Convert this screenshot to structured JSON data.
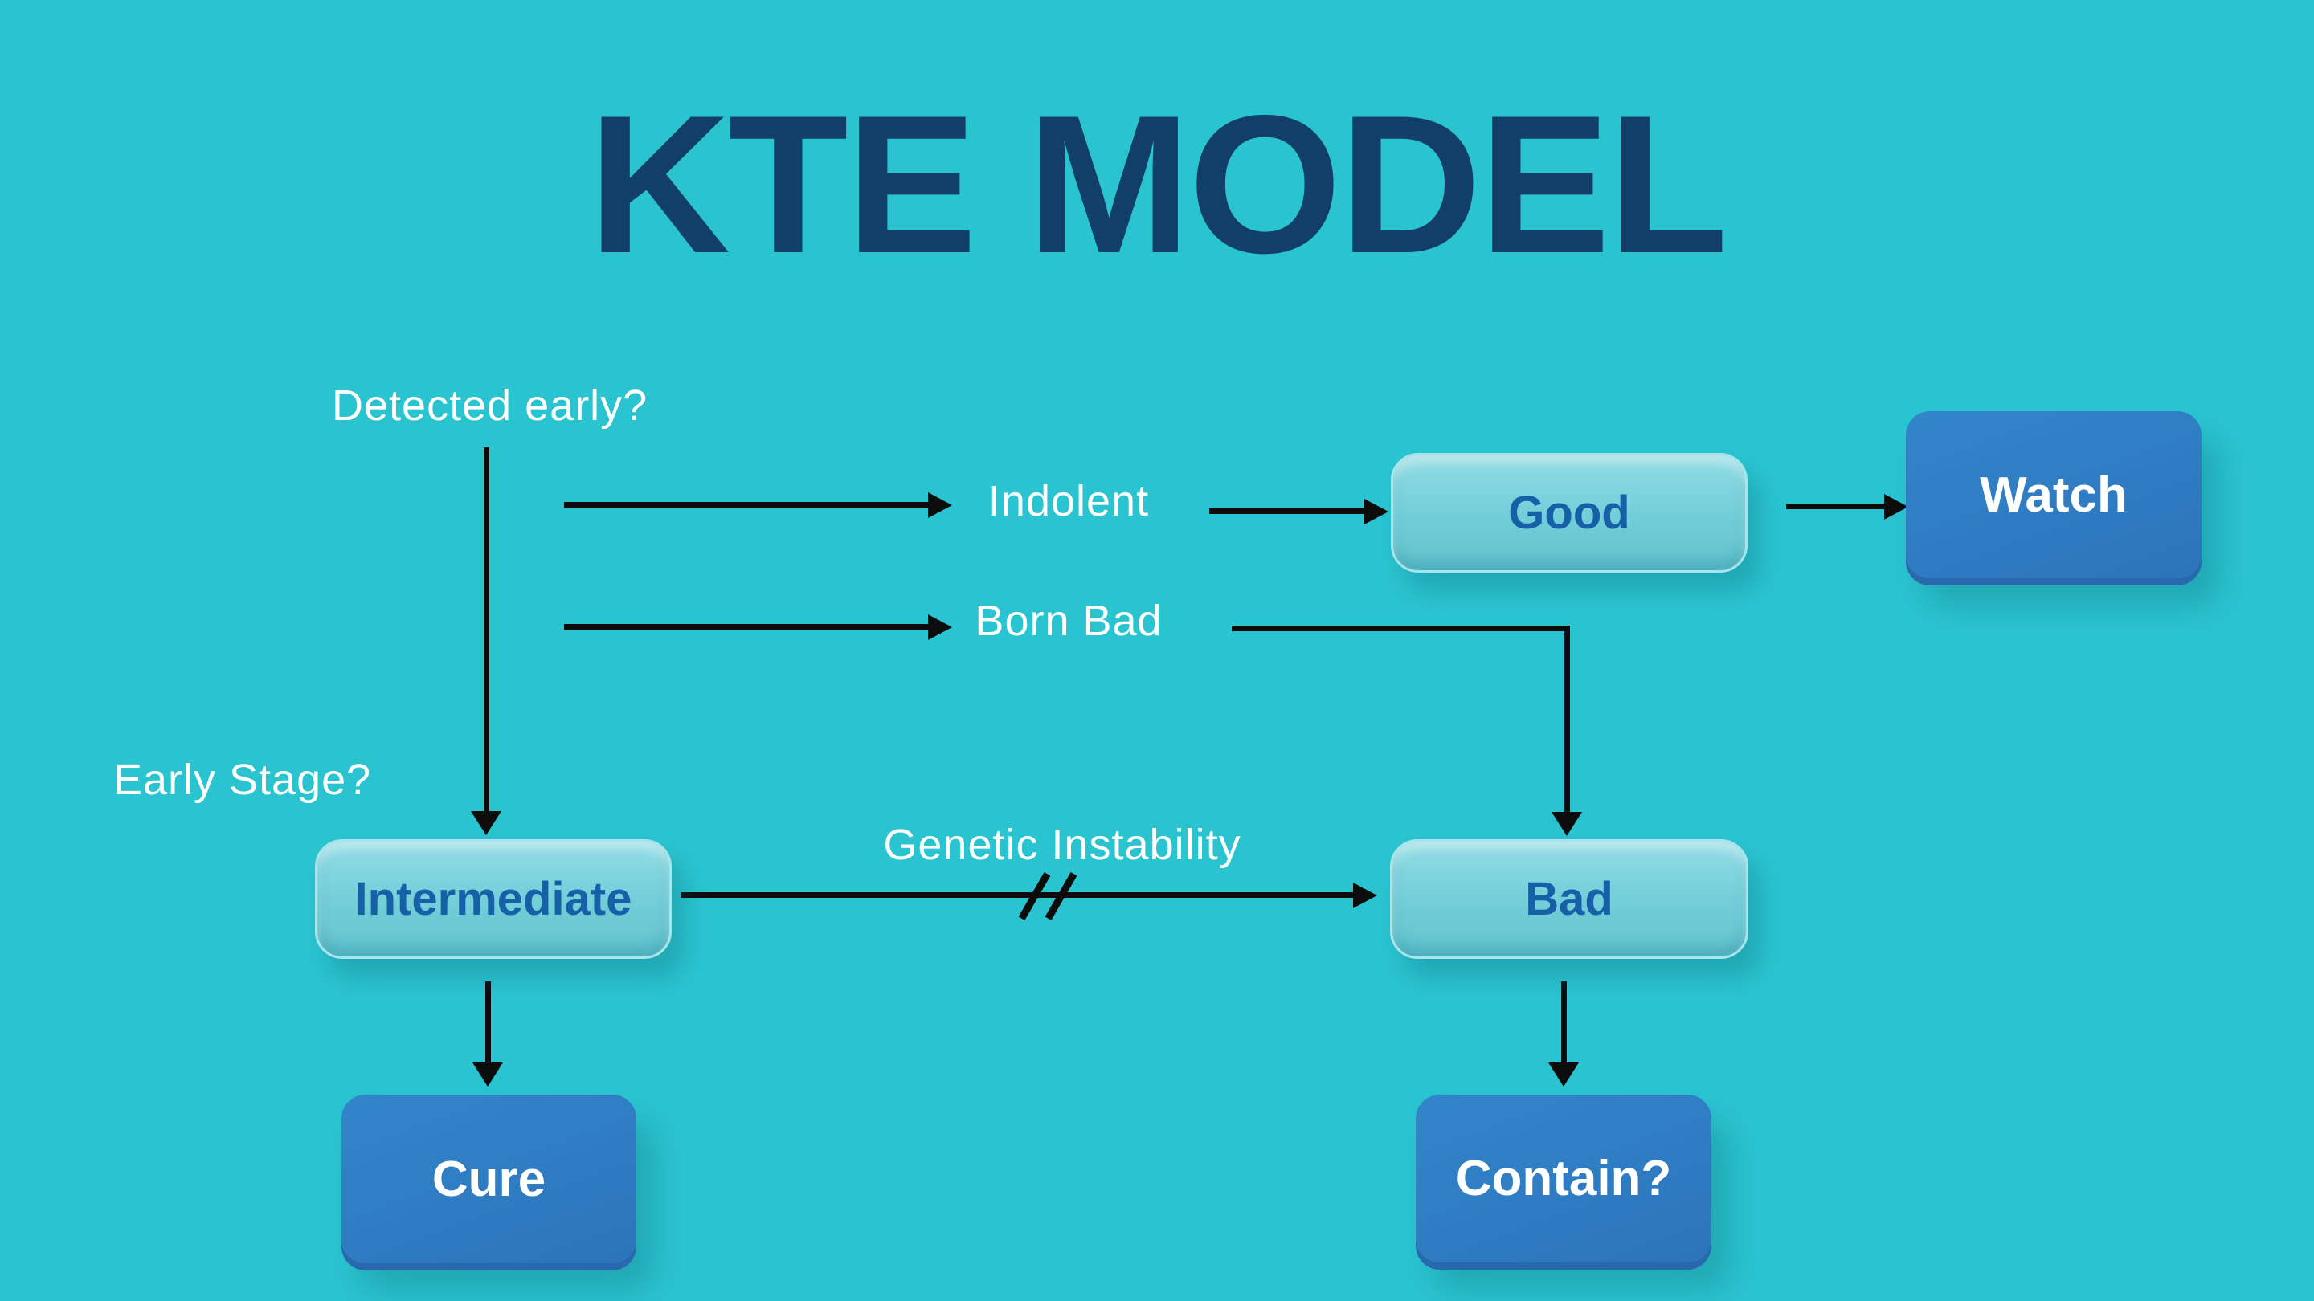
{
  "title": "KTE MODEL",
  "labels": {
    "detected_early": "Detected early?",
    "early_stage": "Early Stage?",
    "indolent": "Indolent",
    "born_bad": "Born Bad",
    "genetic_instability": "Genetic Instability"
  },
  "nodes": {
    "good": {
      "label": "Good",
      "style": "light-teal"
    },
    "watch": {
      "label": "Watch",
      "style": "solid-blue"
    },
    "intermediate": {
      "label": "Intermediate",
      "style": "light-teal"
    },
    "bad": {
      "label": "Bad",
      "style": "light-teal"
    },
    "cure": {
      "label": "Cure",
      "style": "solid-blue"
    },
    "contain": {
      "label": "Contain?",
      "style": "solid-blue"
    }
  },
  "colors": {
    "background": "#2ac4d0",
    "title_text": "#113f6a",
    "light_node_fill": "#74cfda",
    "light_node_border": "#a6e5eb",
    "light_node_text": "#1560a6",
    "solid_node_fill": "#2f7cc2",
    "solid_node_text": "#ffffff",
    "label_text": "#ffffff",
    "arrow": "#0c0c0c"
  }
}
